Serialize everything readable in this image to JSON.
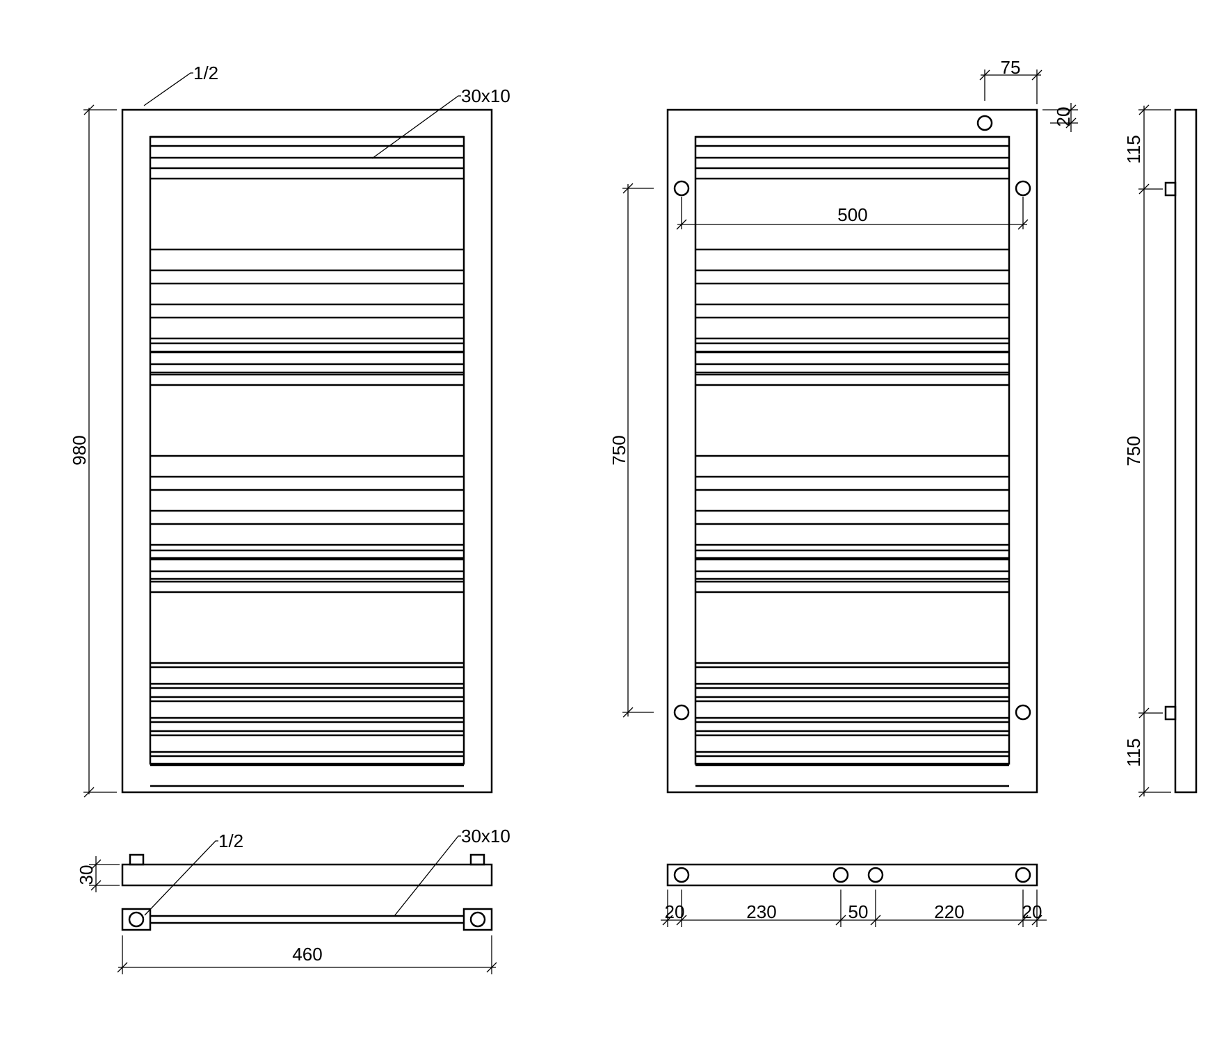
{
  "colors": {
    "line": "#000000",
    "background": "#ffffff"
  },
  "front_view": {
    "connection_label": "1/2",
    "profile_label": "30x10",
    "height_label": "980"
  },
  "bottom_left_view": {
    "connection_label": "1/2",
    "profile_label": "30x10",
    "depth_label": "30",
    "width_label": "460"
  },
  "rear_view": {
    "offset_label": "75",
    "top_offset_label": "20",
    "spacing_label": "500",
    "height_label": "750"
  },
  "bottom_right_view": {
    "dims": [
      "20",
      "230",
      "50",
      "220",
      "20"
    ]
  },
  "side_view": {
    "top_label": "115",
    "middle_label": "750",
    "bottom_label": "115"
  }
}
